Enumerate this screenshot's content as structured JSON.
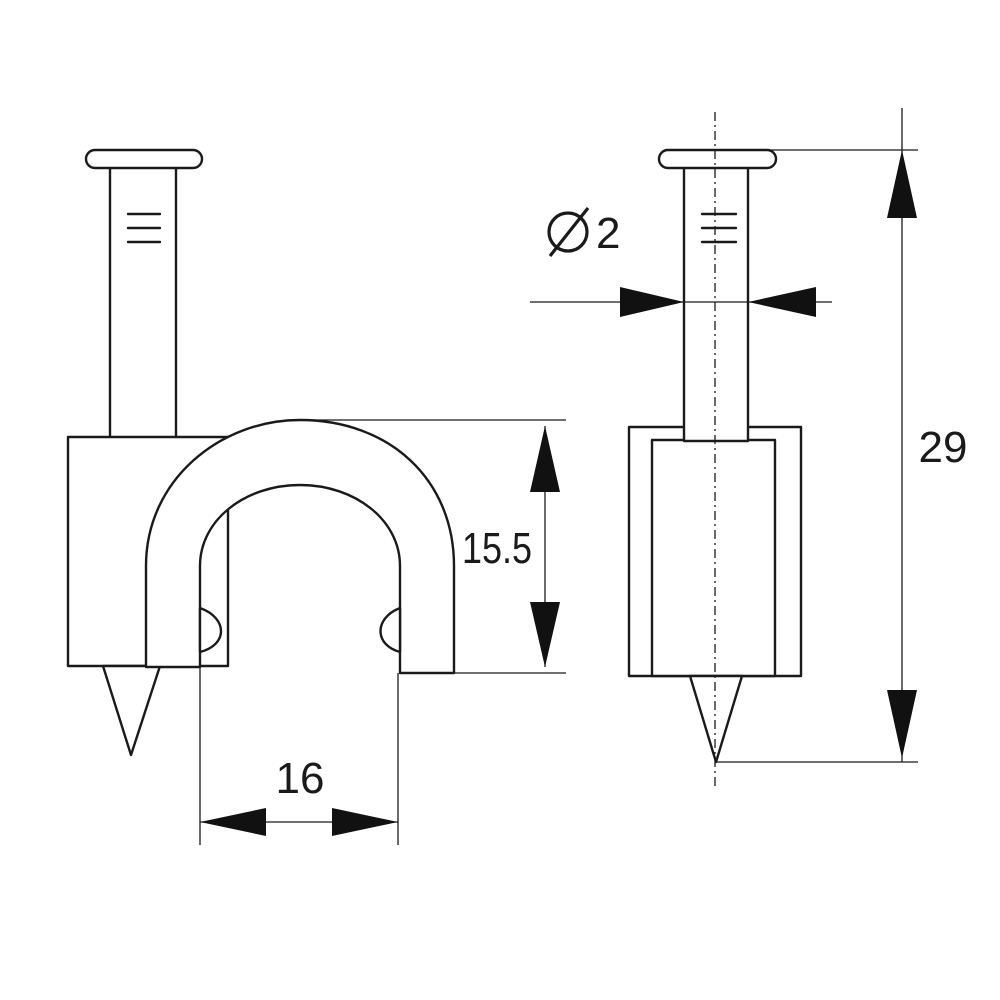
{
  "colors": {
    "line": "#1a1a1a",
    "background": "#ffffff"
  },
  "dimensions": {
    "width": "16",
    "height": "15.5",
    "total_length": "29",
    "nail_diameter": "2",
    "diameter_symbol": "Ø"
  }
}
